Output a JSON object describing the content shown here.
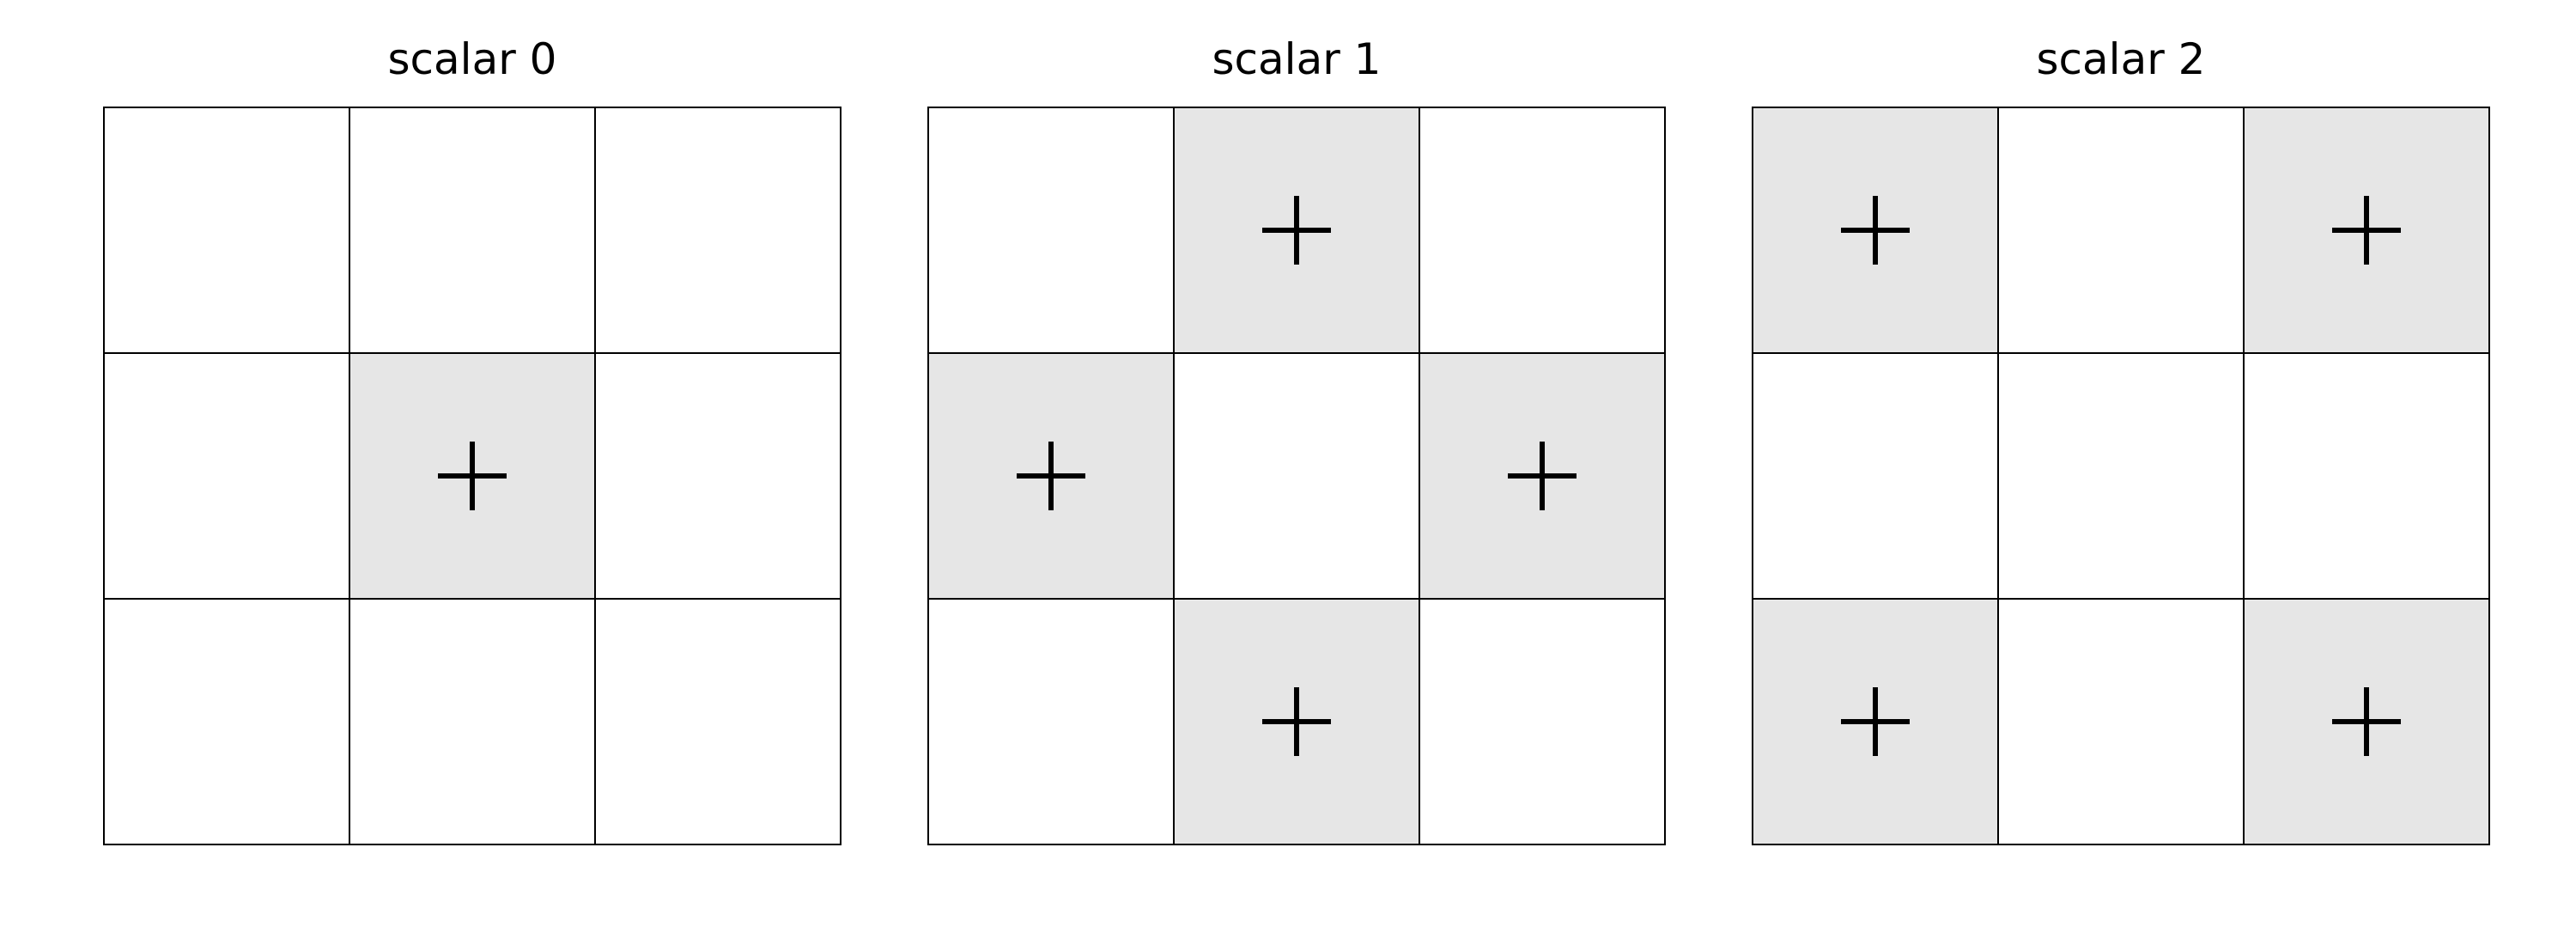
{
  "colors": {
    "filled_cell": "#e6e6e6",
    "empty_cell": "#ffffff",
    "line": "#000000"
  },
  "panels": [
    {
      "title": "scalar 0",
      "cells": [
        [
          0,
          0,
          0
        ],
        [
          0,
          1,
          0
        ],
        [
          0,
          0,
          0
        ]
      ]
    },
    {
      "title": "scalar 1",
      "cells": [
        [
          0,
          1,
          0
        ],
        [
          1,
          0,
          1
        ],
        [
          0,
          1,
          0
        ]
      ]
    },
    {
      "title": "scalar 2",
      "cells": [
        [
          1,
          0,
          1
        ],
        [
          0,
          0,
          0
        ],
        [
          1,
          0,
          1
        ]
      ]
    }
  ],
  "cell_marker_icon": "plus-icon"
}
